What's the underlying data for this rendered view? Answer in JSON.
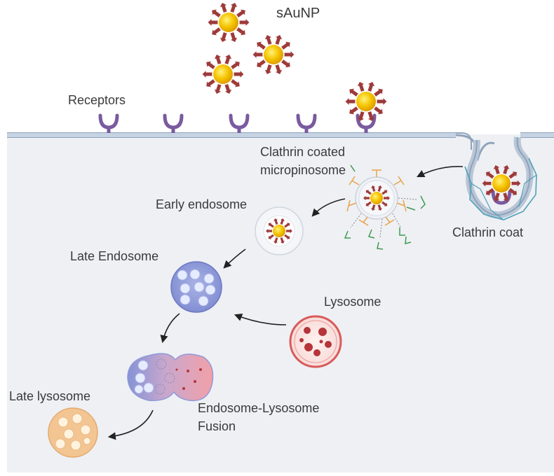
{
  "labels": {
    "saunp": "sAuNP",
    "receptors": "Receptors",
    "clathrin_coated_line1": "Clathrin coated",
    "clathrin_coated_line2": "micropinosome",
    "early_endosome": "Early endosome",
    "clathrin_coat": "Clathrin coat",
    "late_endosome": "Late Endosome",
    "lysosome": "Lysosome",
    "late_lysosome": "Late lysosome",
    "fusion_line1": "Endosome-Lysosome",
    "fusion_line2": "Fusion"
  },
  "colors": {
    "cytoplasm": "#eef0f4",
    "membrane": "#b8c7d8",
    "membrane_edge": "#8ea3bb",
    "receptor": "#7a5aa0",
    "nanoparticle_core": "#f5c400",
    "nanoparticle_spikes": "#9e3a3a",
    "clathrin": "#4fa0b8",
    "endosome_blue": "#8e9ad6",
    "lysosome_red": "#d85a5a",
    "late_lysosome": "#f3c592",
    "arrow": "#222222"
  }
}
